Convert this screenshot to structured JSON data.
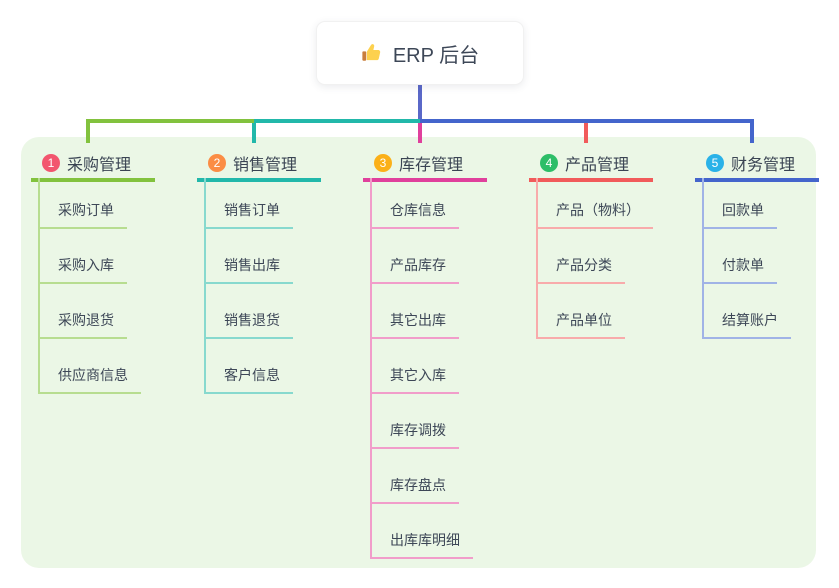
{
  "canvas": {
    "background": "#ffffff",
    "panel_color": "#ebf7e6",
    "text_color": "#3d4757"
  },
  "root": {
    "label": "ERP 后台",
    "icon": "thumbs-up-icon",
    "line_color": "#5a68c8"
  },
  "branches": [
    {
      "badge": "1",
      "label": "采购管理",
      "badge_color": "#f2566e",
      "line_color": "#82c23e",
      "light_color": "#b7dd90",
      "children": [
        "采购订单",
        "采购入库",
        "采购退货",
        "供应商信息"
      ]
    },
    {
      "badge": "2",
      "label": "销售管理",
      "badge_color": "#fb8d45",
      "line_color": "#22b8aa",
      "light_color": "#87d9ce",
      "children": [
        "销售订单",
        "销售出库",
        "销售退货",
        "客户信息"
      ]
    },
    {
      "badge": "3",
      "label": "库存管理",
      "badge_color": "#fbb018",
      "line_color": "#e0409c",
      "light_color": "#f19dca",
      "children": [
        "仓库信息",
        "产品库存",
        "其它出库",
        "其它入库",
        "库存调拨",
        "库存盘点",
        "出库库明细"
      ]
    },
    {
      "badge": "4",
      "label": "产品管理",
      "badge_color": "#2dbe68",
      "line_color": "#f15b5b",
      "light_color": "#f8abab",
      "children": [
        "产品（物料）",
        "产品分类",
        "产品单位"
      ]
    },
    {
      "badge": "5",
      "label": "财务管理",
      "badge_color": "#2ab2e8",
      "line_color": "#4465cc",
      "light_color": "#a0b3e6",
      "children": [
        "回款单",
        "付款单",
        "结算账户"
      ]
    }
  ]
}
